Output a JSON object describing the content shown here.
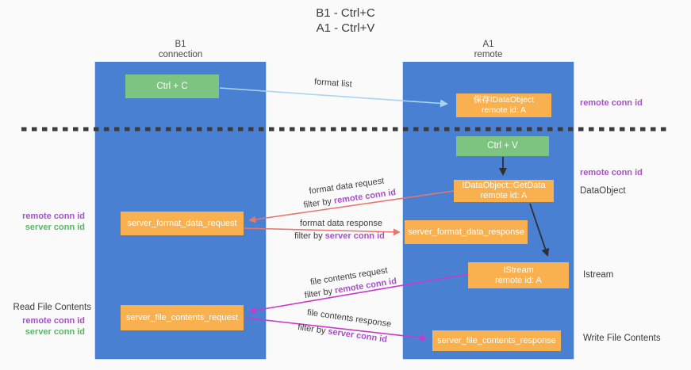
{
  "title": {
    "line1": "B1 - Ctrl+C",
    "line2": "A1 - Ctrl+V"
  },
  "lanes": {
    "left": {
      "name": "B1",
      "role": "connection"
    },
    "right": {
      "name": "A1",
      "role": "remote"
    }
  },
  "boxes": {
    "ctrl_c": {
      "label": "Ctrl + C"
    },
    "save_dataobject": {
      "line1": "保存IDataObject",
      "line2": "remote id: A"
    },
    "ctrl_v": {
      "label": "Ctrl + V"
    },
    "getdata": {
      "line1": "IDataObject::GetData",
      "line2": "remote id: A"
    },
    "format_request": {
      "label": "server_format_data_request"
    },
    "format_response": {
      "label": "server_format_data_response"
    },
    "istream": {
      "line1": "IStream",
      "line2": "remote id: A"
    },
    "file_request": {
      "label": "server_file_contents_request"
    },
    "file_response": {
      "label": "server_file_contents_response"
    }
  },
  "arrow_labels": {
    "format_list": {
      "text": "format list"
    },
    "format_request": {
      "line1": "format data request",
      "filter_prefix": "filter by ",
      "filter_key": "remote conn id"
    },
    "format_response": {
      "line1": "format data response",
      "filter_prefix": "filter by ",
      "filter_key": "server conn id"
    },
    "file_request": {
      "line1": "file contents request",
      "filter_prefix": "filter by ",
      "filter_key": "remote conn id"
    },
    "file_response": {
      "line1": "file contents response",
      "filter_prefix": "filter by ",
      "filter_key": "server conn id"
    }
  },
  "side_labels": {
    "left": {
      "format_remote": "remote conn id",
      "format_server": "server conn id",
      "read_file": "Read File Contents",
      "file_remote": "remote conn id",
      "file_server": "server conn id"
    },
    "right": {
      "save_remote": "remote conn id",
      "paste_remote": "remote conn id",
      "dataobject": "DataObject",
      "istream": "Istream",
      "write_file": "Write File Contents"
    }
  },
  "colors": {
    "background": "#FAFAFA",
    "lane_blue": "#4A80D2",
    "box_green": "#7CC47F",
    "box_orange": "#F9B04E",
    "arrow_red": "#E77570",
    "arrow_magenta": "#C93ACB",
    "arrow_light_blue": "#A9D5F2",
    "arrow_black": "#2F2F2F",
    "dashed_line": "#3B3B3B",
    "text_purple": "#A551C8",
    "text_green": "#57B964",
    "text_dark": "#3A3A3A"
  }
}
